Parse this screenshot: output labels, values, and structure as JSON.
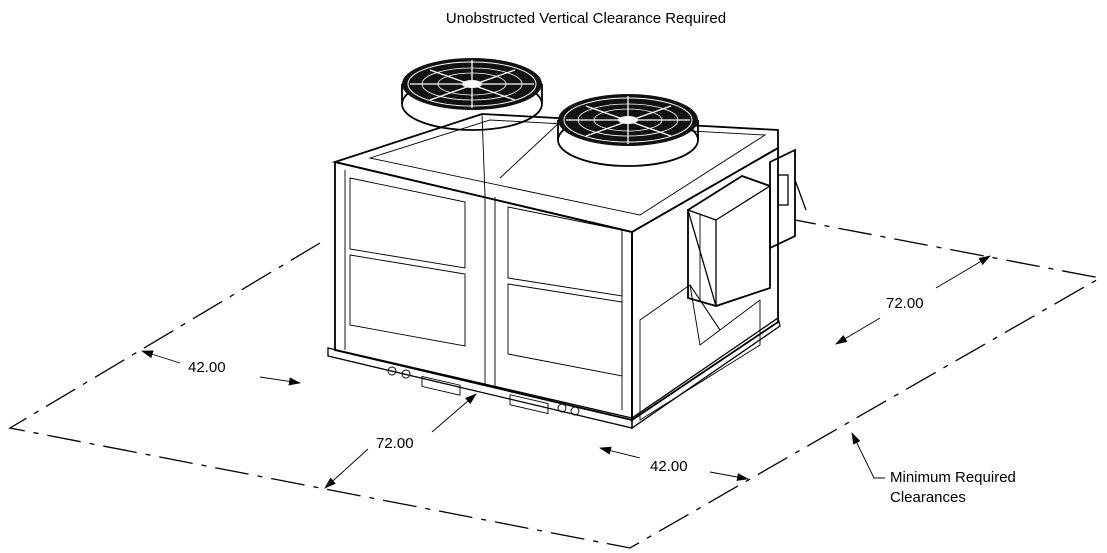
{
  "title": "Unobstructed Vertical Clearance Required",
  "dimensions": {
    "left_side": "42.00",
    "front": "72.00",
    "front_right": "42.00",
    "right_side": "72.00"
  },
  "callout": {
    "line1": "Minimum Required",
    "line2": "Clearances"
  },
  "colors": {
    "line": "#000000",
    "grille": "#2a2a2a",
    "background": "#ffffff"
  }
}
